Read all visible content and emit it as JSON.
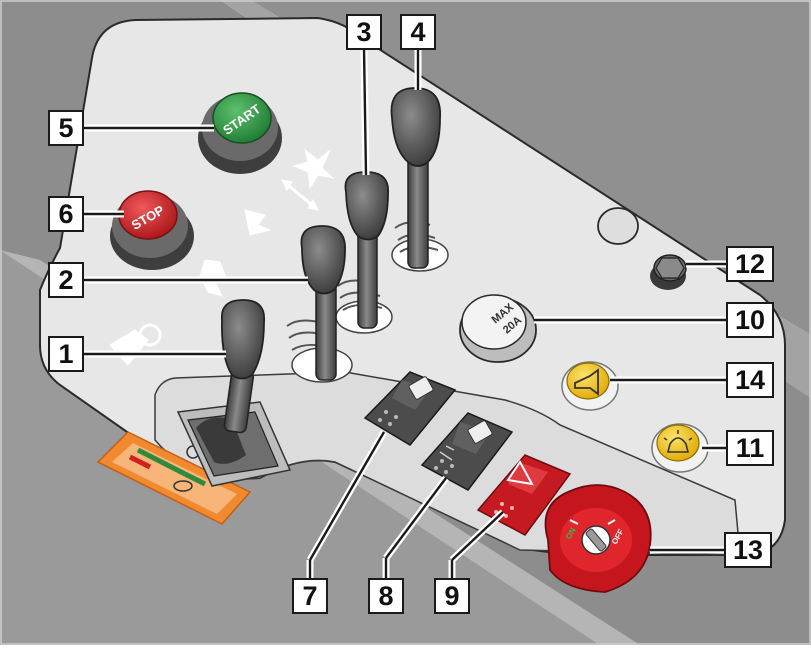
{
  "buttons": {
    "start_label": "START",
    "stop_label": "STOP"
  },
  "fuse": {
    "line1": "MAX",
    "line2": "20A"
  },
  "callouts": {
    "c1": "1",
    "c2": "2",
    "c3": "3",
    "c4": "4",
    "c5": "5",
    "c6": "6",
    "c7": "7",
    "c8": "8",
    "c9": "9",
    "c10": "10",
    "c11": "11",
    "c12": "12",
    "c13": "13",
    "c14": "14"
  },
  "key_switch": {
    "on_label": "ON",
    "off_label": "OFF"
  },
  "colors": {
    "panel": "#e7e7e7",
    "body": "#8a8a8a",
    "start_button": "#2e9a46",
    "stop_button": "#d7262c",
    "hazard_switch": "#d21f26",
    "horn_button": "#f6c514",
    "beacon_button": "#f5d33a",
    "warning_sticker": "#f0892f"
  }
}
